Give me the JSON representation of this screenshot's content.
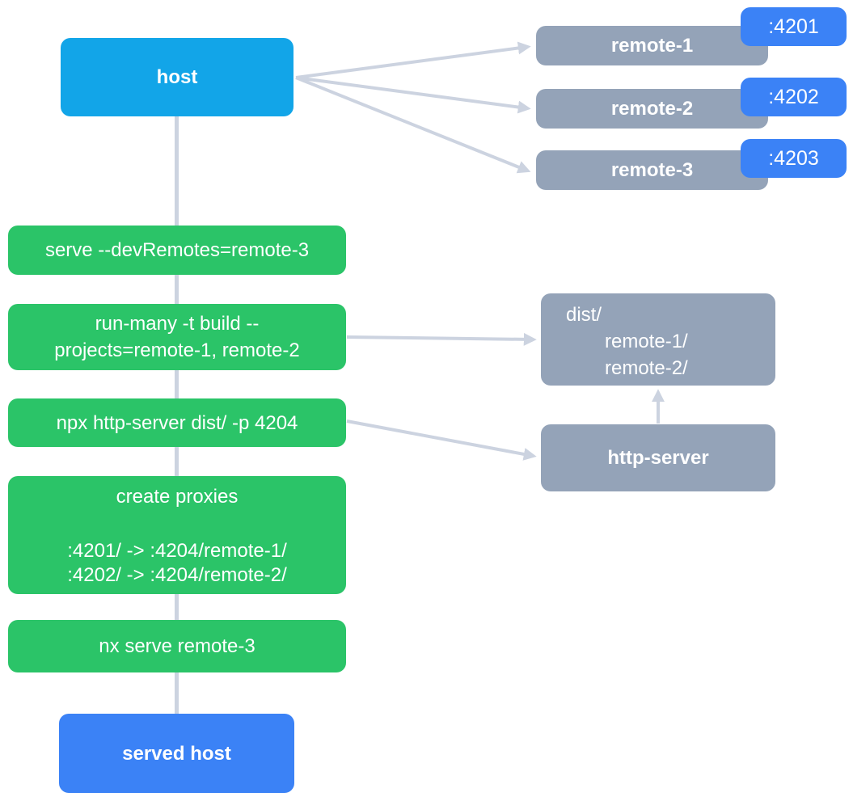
{
  "colors": {
    "host_bg": "#12a5e8",
    "step_bg": "#2bc468",
    "node_bg": "#94a3b8",
    "accent_blue": "#3b82f6",
    "connector": "#ccd3e0",
    "text": "#ffffff"
  },
  "host": {
    "label": "host"
  },
  "remotes": [
    {
      "label": "remote-1",
      "port": ":4201"
    },
    {
      "label": "remote-2",
      "port": ":4202"
    },
    {
      "label": "remote-3",
      "port": ":4203"
    }
  ],
  "steps": [
    {
      "lines": [
        "serve --devRemotes=remote-3"
      ]
    },
    {
      "lines": [
        "run-many -t build --",
        "projects=remote-1, remote-2"
      ]
    },
    {
      "lines": [
        "npx http-server dist/ -p 4204"
      ]
    },
    {
      "title": "create proxies",
      "mappings": [
        ":4201/ -> :4204/remote-1/",
        ":4202/ -> :4204/remote-2/"
      ]
    },
    {
      "lines": [
        "nx serve remote-3"
      ]
    }
  ],
  "dist": {
    "root": "dist/",
    "children": [
      "remote-1/",
      "remote-2/"
    ]
  },
  "http_server": {
    "label": "http-server"
  },
  "served_host": {
    "label": "served host"
  }
}
